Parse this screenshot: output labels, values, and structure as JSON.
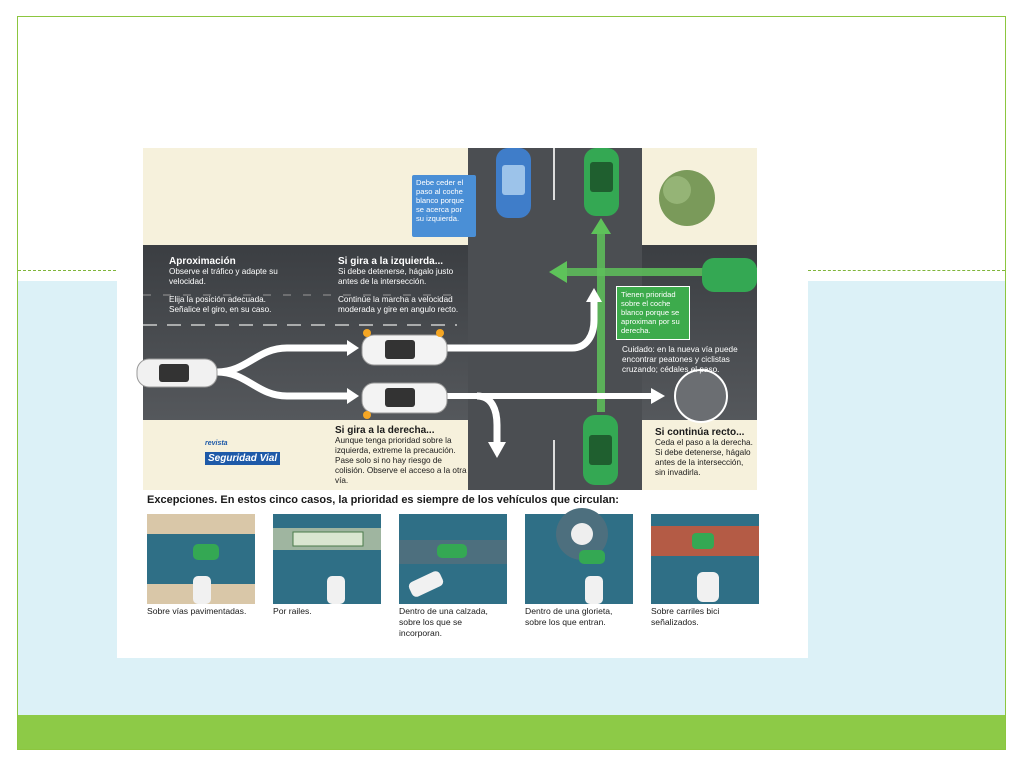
{
  "slide": {
    "colors": {
      "accent": "#8dca47",
      "lower_band": "#dcf1f7",
      "frame": "#8cc63f"
    }
  },
  "infographic": {
    "blue_note": "Debe ceder el paso al coche blanco porque se acerca por su izquierda.",
    "green_note": "Tienen prioridad sobre el coche blanco porque se aproximan por su derecha.",
    "approach": {
      "title": "Aproximación",
      "line1": "Observe el tráfico y adapte su velocidad.",
      "line2": "Elija la posición adecuada. Señalice el giro, en su caso."
    },
    "left_turn": {
      "title": "Si gira a la izquierda...",
      "line1": "Si debe detenerse, hágalo justo antes de la intersección.",
      "line2": "Continúe la marcha a velocidad moderada y gire en angulo recto."
    },
    "right_turn": {
      "title": "Si gira a la derecha...",
      "body": "Aunque tenga prioridad sobre la izquierda, extreme la precaución. Pase solo si no hay riesgo de colisión. Observe el acceso a la otra vía."
    },
    "straight": {
      "title": "Si continúa recto...",
      "body": "Ceda el paso a la derecha. Si debe detenerse, hágalo antes de la intersección, sin invadirla."
    },
    "caution": "Cuidado: en la nueva vía puede encontrar peatones y ciclistas cruzando; cédales el paso.",
    "logo_small": "revista",
    "logo_big": "Seguridad Vial",
    "exceptions_title": "Excepciones. En estos cinco casos, la prioridad es siempre de los vehículos que circulan:",
    "exceptions": [
      {
        "caption": "Sobre vías pavimentadas."
      },
      {
        "caption": "Por railes."
      },
      {
        "caption": "Dentro de una calzada, sobre los que se incorporan."
      },
      {
        "caption": "Dentro de una glorieta, sobre los que entran."
      },
      {
        "caption": "Sobre carriles bici señalizados."
      }
    ]
  }
}
